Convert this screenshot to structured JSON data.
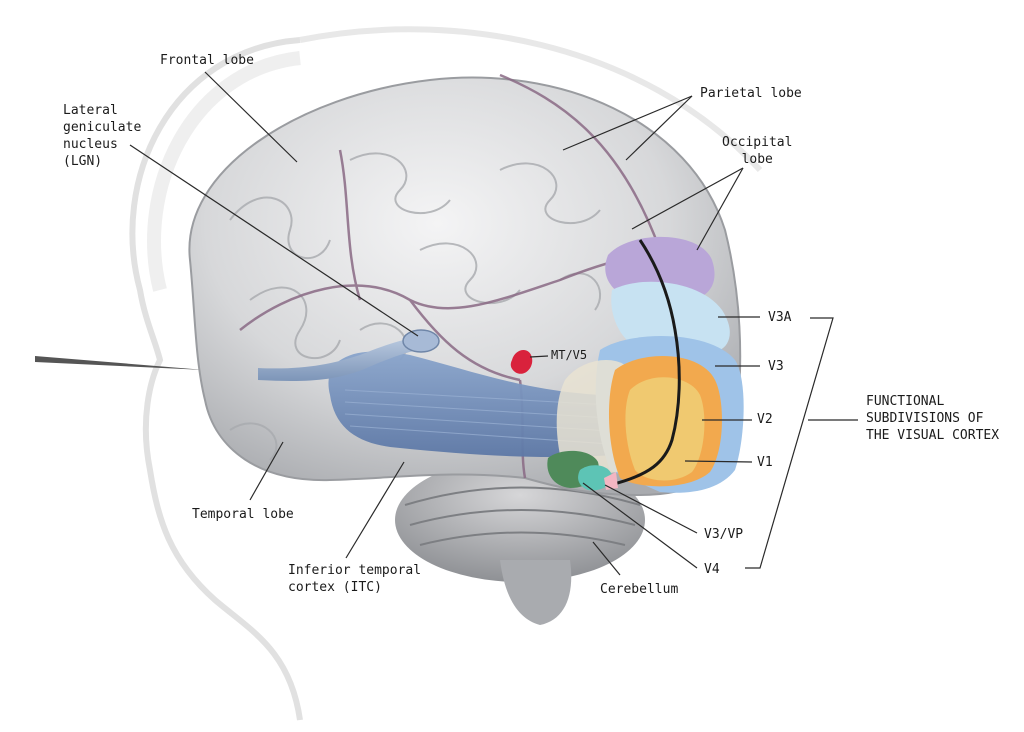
{
  "labels": {
    "frontal_lobe": "Frontal lobe",
    "lgn": "Lateral\ngeniculate\nnucleus\n(LGN)",
    "parietal_lobe": "Parietal lobe",
    "occipital_lobe": "Occipital\nlobe",
    "v3a": "V3A",
    "v3": "V3",
    "v2": "V2",
    "v1": "V1",
    "v3vp": "V3/VP",
    "v4": "V4",
    "mt_v5": "MT/V5",
    "functional_subdivisions": "FUNCTIONAL\nSUBDIVISIONS OF\nTHE VISUAL CORTEX",
    "temporal_lobe": "Temporal lobe",
    "itc": "Inferior temporal\ncortex (ITC)",
    "cerebellum": "Cerebellum"
  },
  "colors": {
    "brain_gray": "#c9cbce",
    "vessel": "#8a6a85",
    "optic_tract": "#6f8cb8",
    "v1": "#f0c970",
    "v2": "#f2a94e",
    "v3": "#9fc3e8",
    "v3a": "#c7e2f2",
    "v_purple": "#b9a6d8",
    "v4": "#4f8a5a",
    "v3vp": "#5dc4b5",
    "mt_v5": "#d9223c"
  }
}
